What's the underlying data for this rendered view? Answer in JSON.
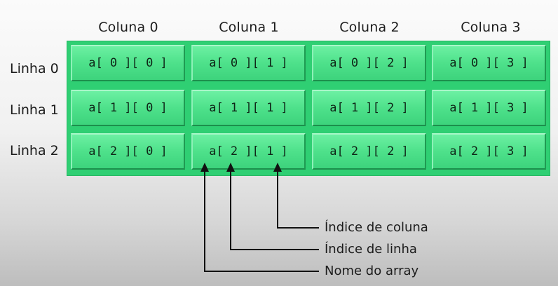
{
  "column_headers": [
    "Coluna 0",
    "Coluna 1",
    "Coluna 2",
    "Coluna 3"
  ],
  "row_headers": [
    "Linha 0",
    "Linha 1",
    "Linha 2"
  ],
  "cells": [
    [
      "a[ 0 ][ 0 ]",
      "a[ 0 ][ 1 ]",
      "a[ 0 ][ 2 ]",
      "a[ 0 ][ 3 ]"
    ],
    [
      "a[ 1 ][ 0 ]",
      "a[ 1 ][ 1 ]",
      "a[ 1 ][ 2 ]",
      "a[ 1 ][ 3 ]"
    ],
    [
      "a[ 2 ][ 0 ]",
      "a[ 2 ][ 1 ]",
      "a[ 2 ][ 2 ]",
      "a[ 2 ][ 3 ]"
    ]
  ],
  "annotations": {
    "column_index": "Índice de coluna",
    "row_index": "Índice de linha",
    "array_name": "Nome do array"
  },
  "colors": {
    "cell_green": "#4ee18b",
    "grid_green": "#2fcf73",
    "arrow": "#111111"
  }
}
